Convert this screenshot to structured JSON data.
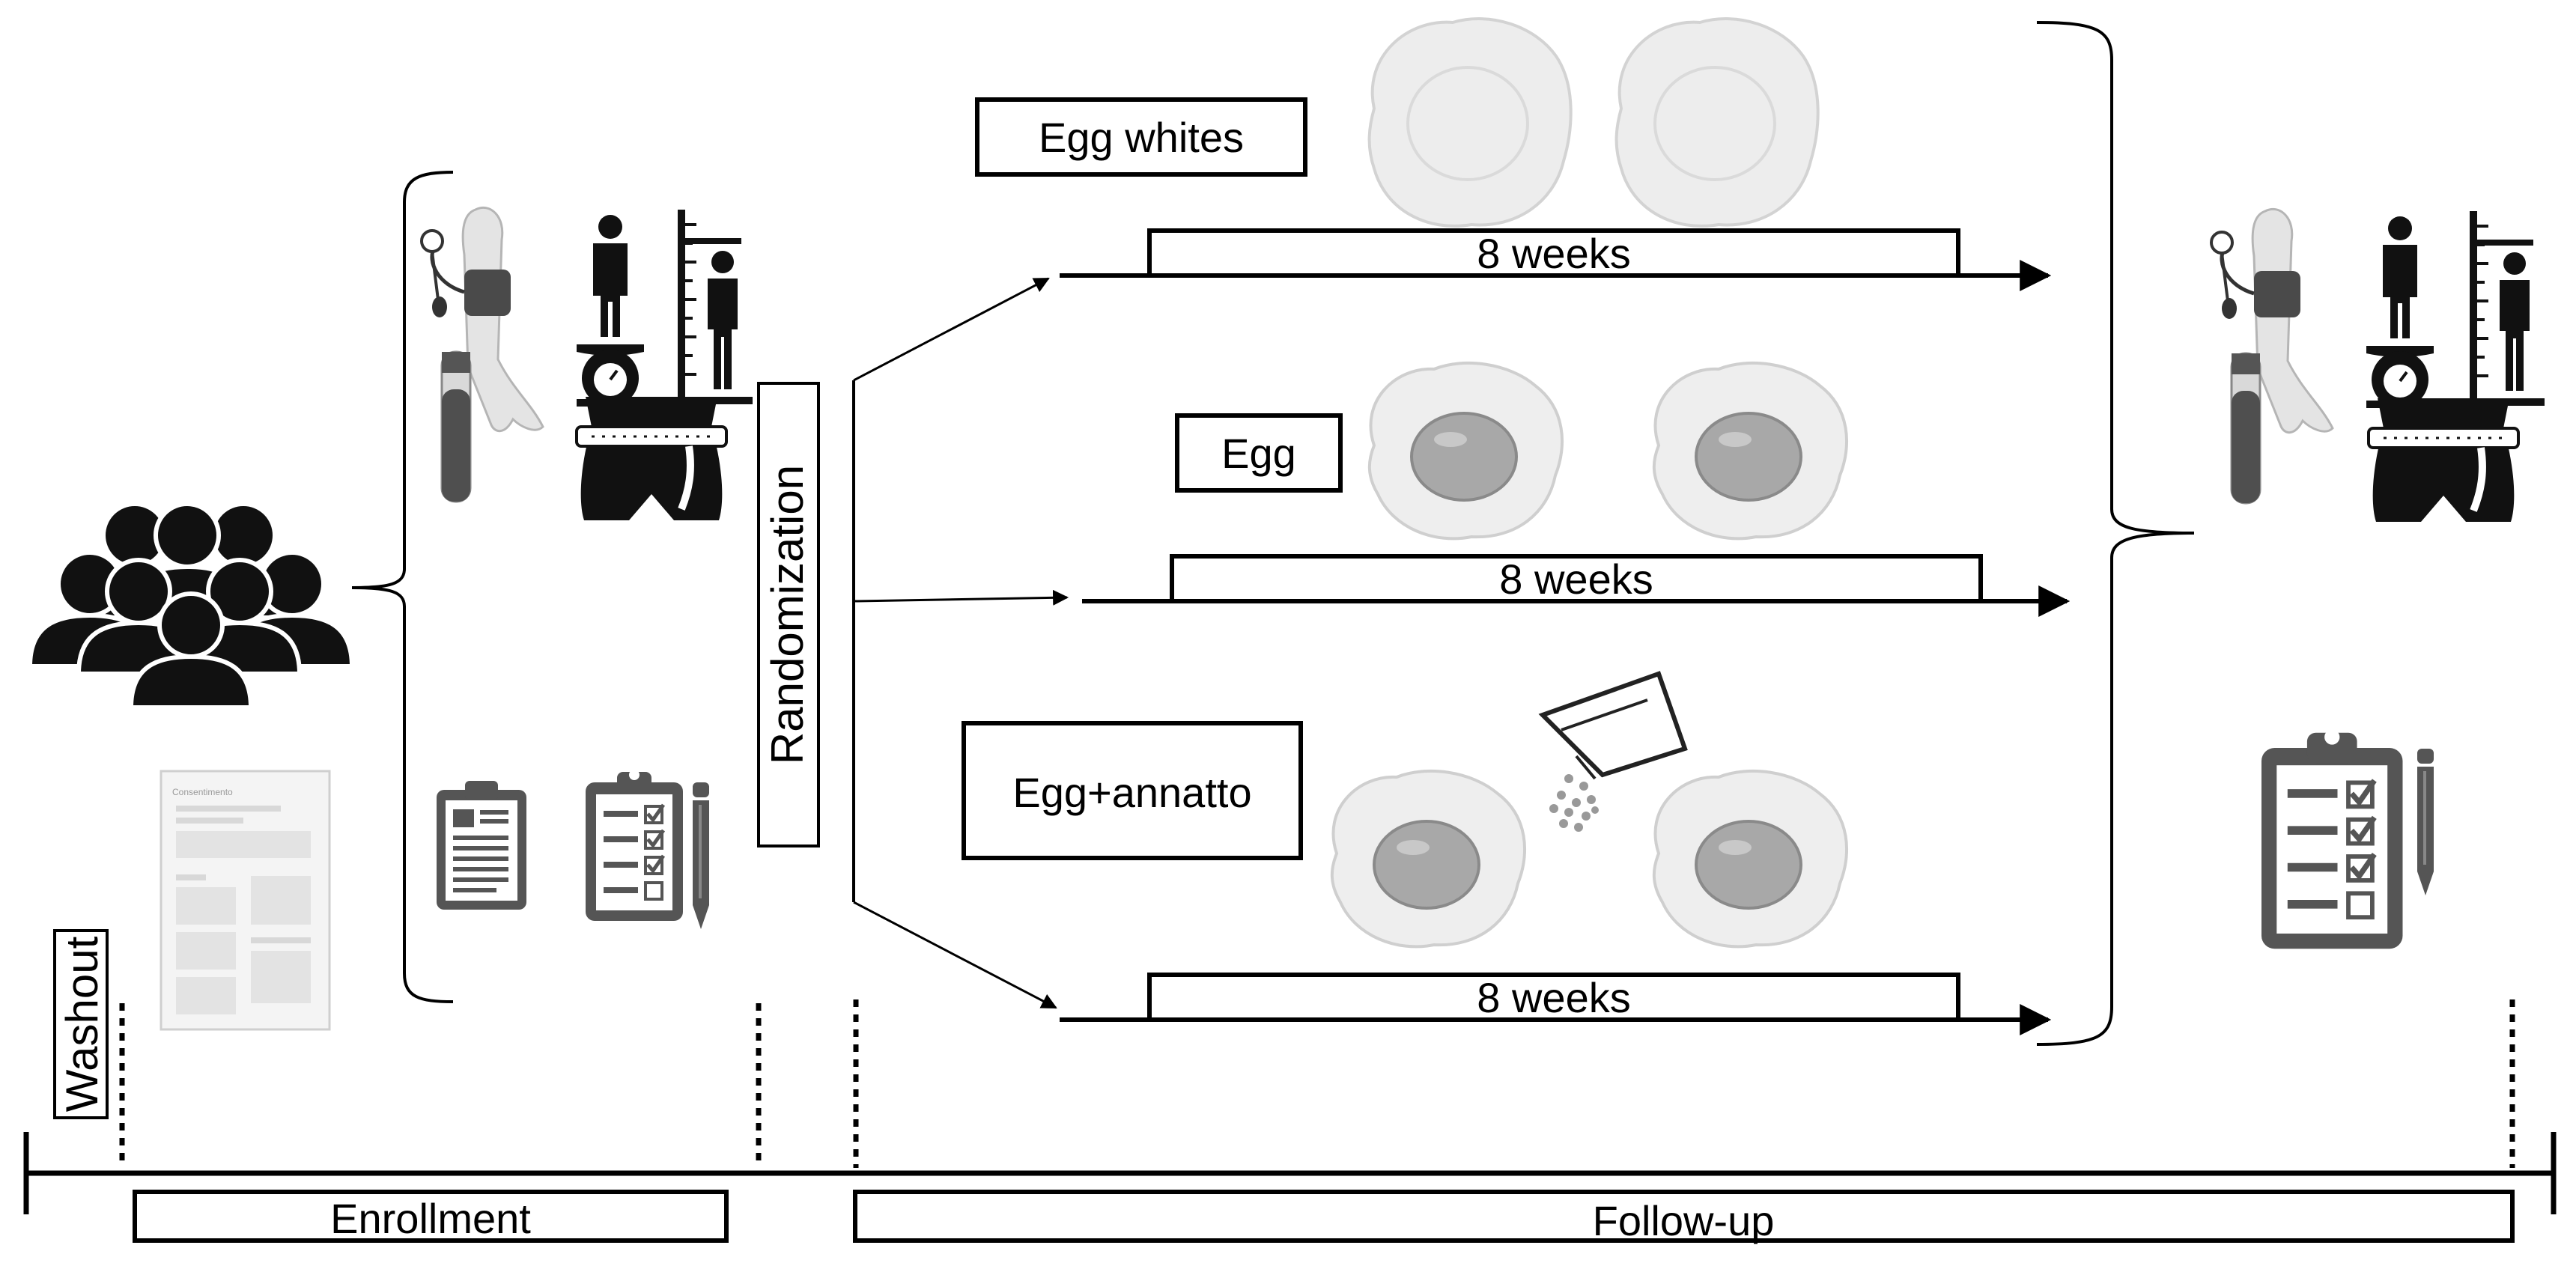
{
  "arms": [
    {
      "label": "Egg whites",
      "duration": "8 weeks"
    },
    {
      "label": "Egg",
      "duration": "8 weeks"
    },
    {
      "label": "Egg+annatto",
      "duration": "8 weeks"
    }
  ],
  "randomization_label": "Randomization",
  "washout_label": "Washout",
  "timeline": {
    "enrollment_label": "Enrollment",
    "followup_label": "Follow-up"
  },
  "consent_form": {
    "title": "Consentimento"
  },
  "icons": [
    "crowd-icon",
    "consent-form-icon",
    "blood-pressure-arm-icon",
    "blood-tube-icon",
    "weight-scale-icon",
    "height-measure-icon",
    "waist-measure-icon",
    "clipboard-document-icon",
    "clipboard-checklist-icon",
    "pencil-icon",
    "fried-egg-icon",
    "egg-white-icon",
    "annatto-packet-icon"
  ],
  "colors": {
    "line": "#000000",
    "icon_dark": "#1a1a1a",
    "icon_mid": "#555555",
    "egg_white": "#ececec",
    "egg_yolk": "#a9a9a9"
  }
}
